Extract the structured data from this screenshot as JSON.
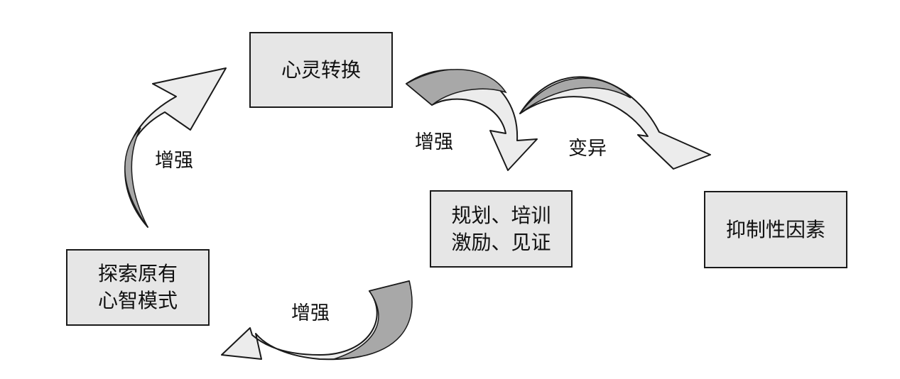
{
  "nodes": {
    "transform": {
      "line1": "心灵转换"
    },
    "planning": {
      "line1": "规划、培训",
      "line2": "激励、见证"
    },
    "suppress": {
      "line1": "抑制性因素"
    },
    "explore": {
      "line1": "探索原有",
      "line2": "心智模式"
    }
  },
  "edges": {
    "left_up": "增强",
    "right_down": "增强",
    "mutation": "变异",
    "bottom_back": "增强"
  },
  "colors": {
    "arrow_light": "#ececec",
    "arrow_dark": "#a8a8a8",
    "box_fill": "#e6e6e6",
    "stroke": "#1a1a1a"
  }
}
